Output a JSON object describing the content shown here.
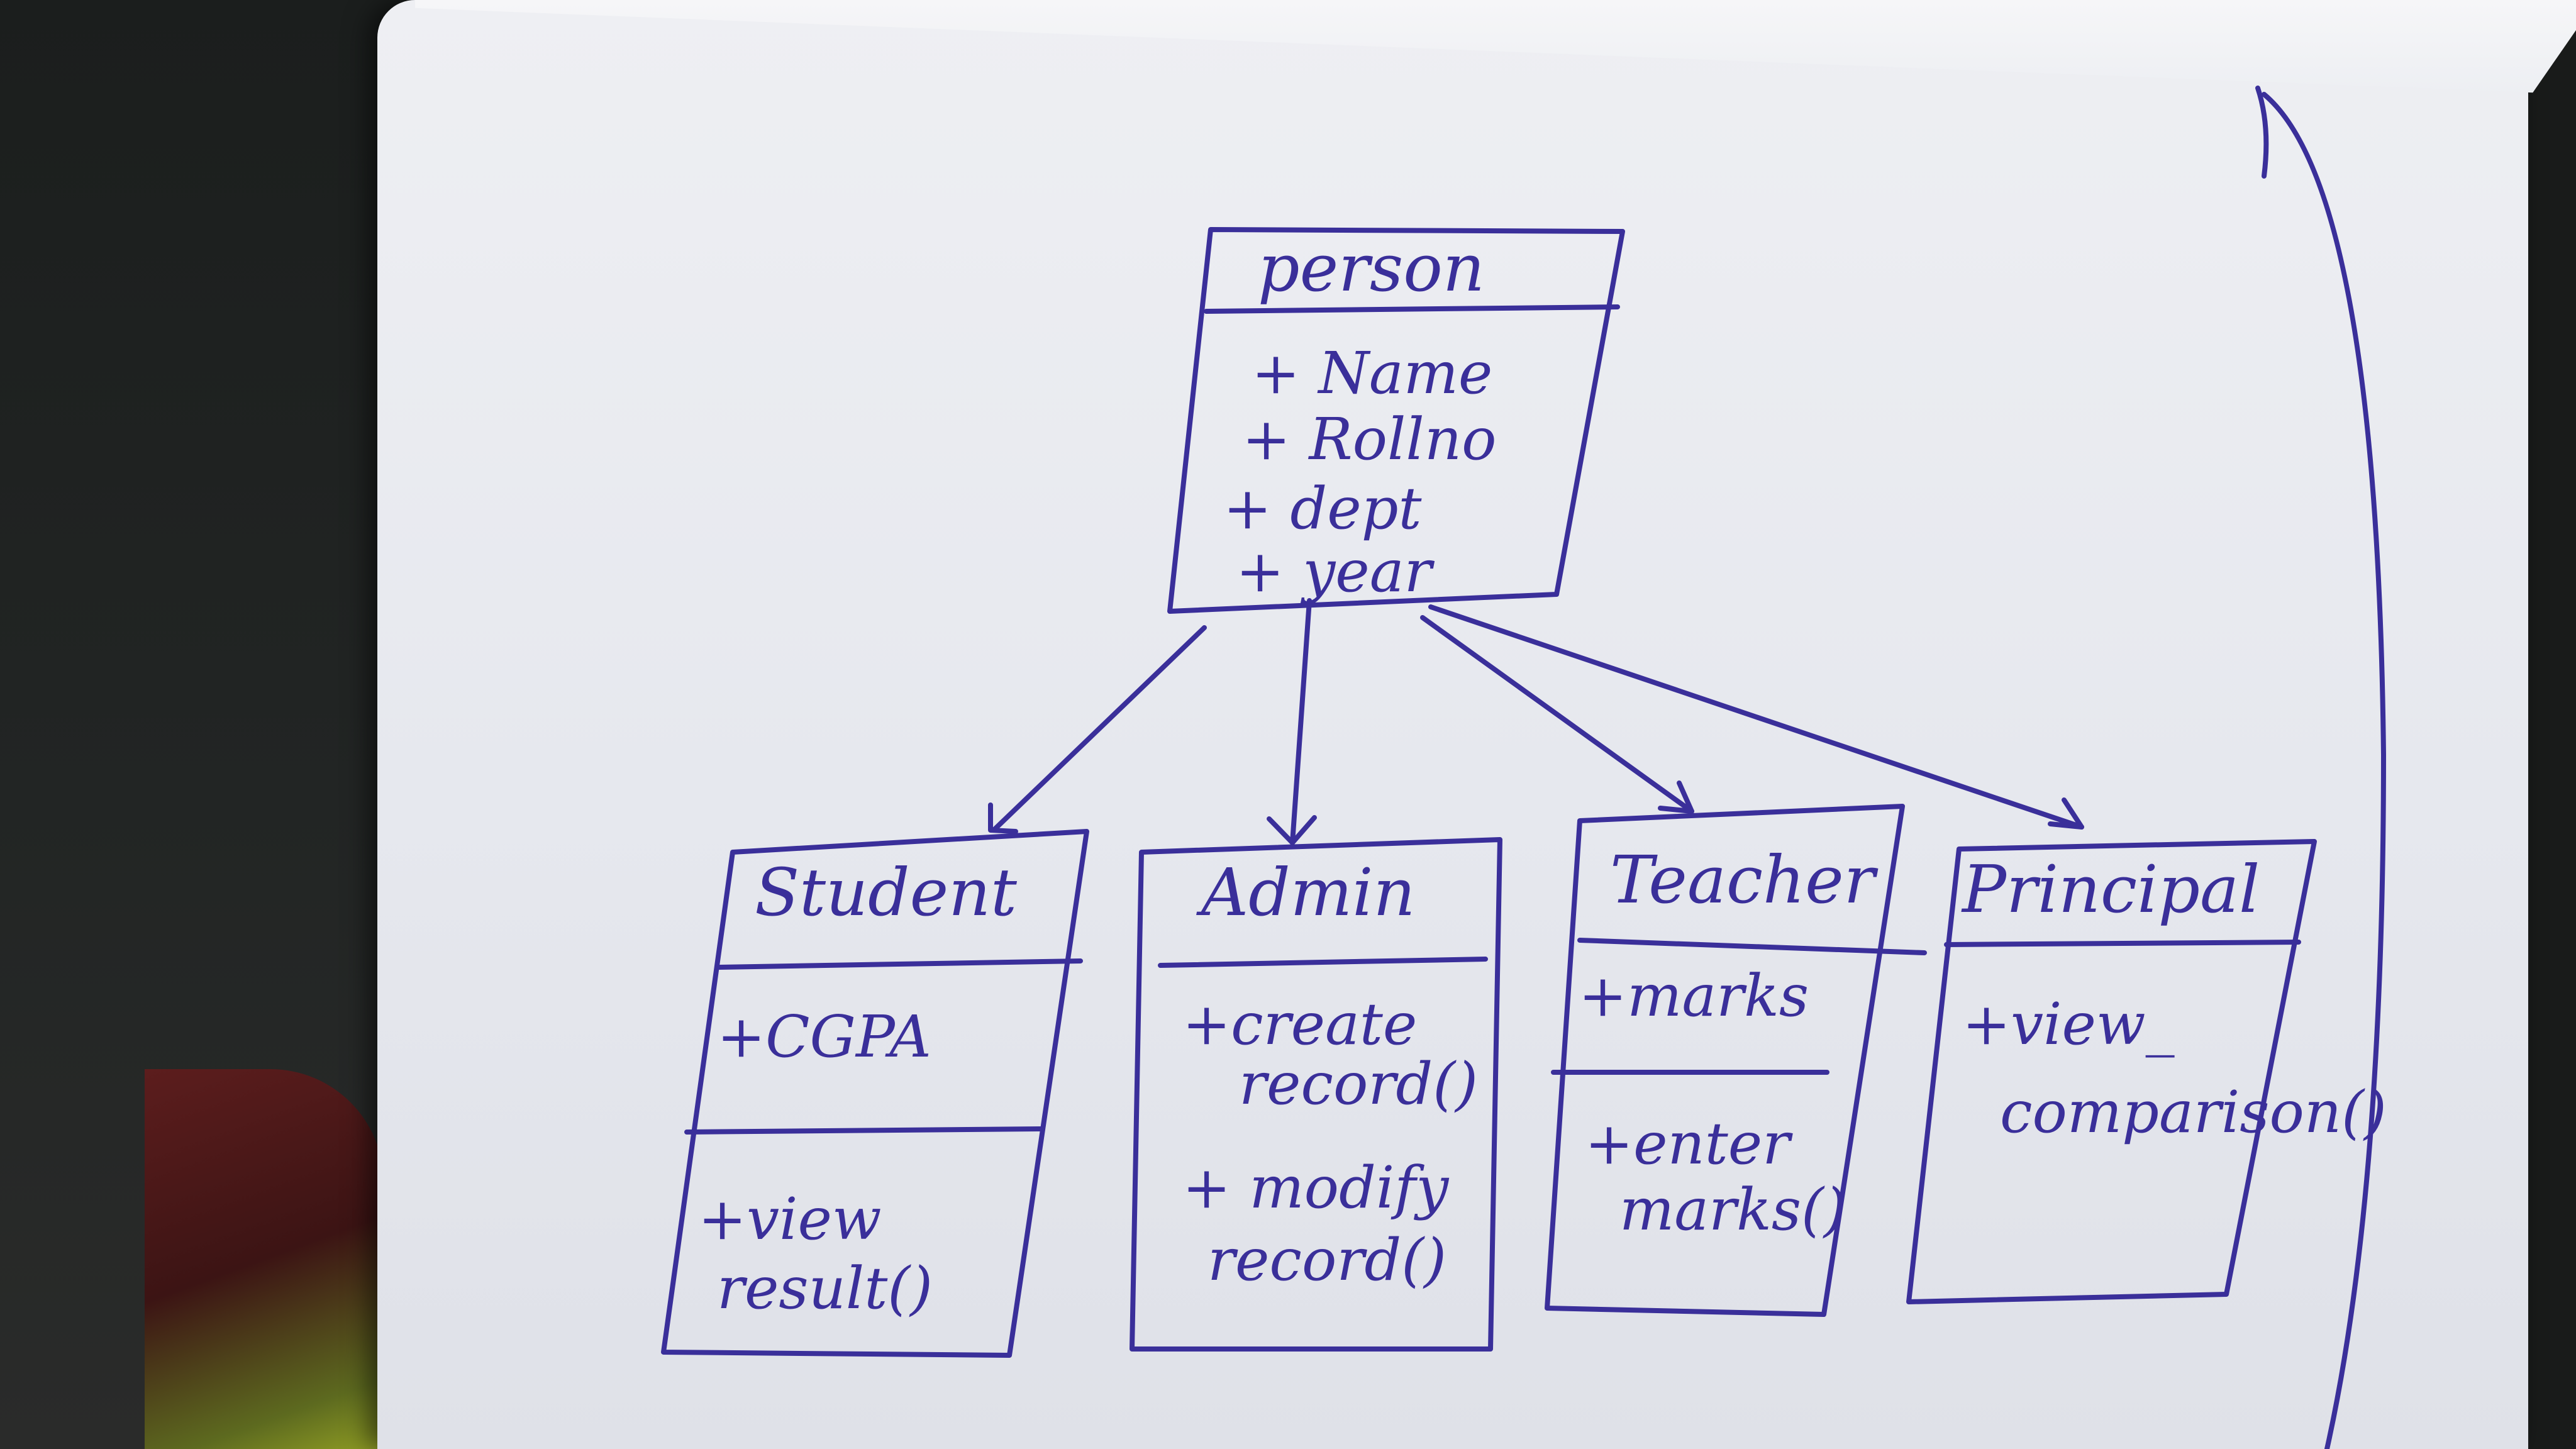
{
  "diagram": {
    "ink_color": "#3a2f9a",
    "parent": {
      "title": "person",
      "attributes": [
        "+ Name",
        "+ Rollno",
        "+ dept",
        "+ year"
      ]
    },
    "children": [
      {
        "title": "Student",
        "attributes": [
          "+CGPA"
        ],
        "methods": [
          "+view",
          "result()"
        ]
      },
      {
        "title": "Admin",
        "attributes": [],
        "methods": [
          "+create",
          "record()",
          "+ modify",
          "record()"
        ]
      },
      {
        "title": "Teacher",
        "attributes": [
          "+marks"
        ],
        "methods": [
          "+enter",
          "marks()"
        ]
      },
      {
        "title": "Principal",
        "attributes": [],
        "methods": [
          "+view_",
          "comparison()"
        ]
      }
    ]
  }
}
